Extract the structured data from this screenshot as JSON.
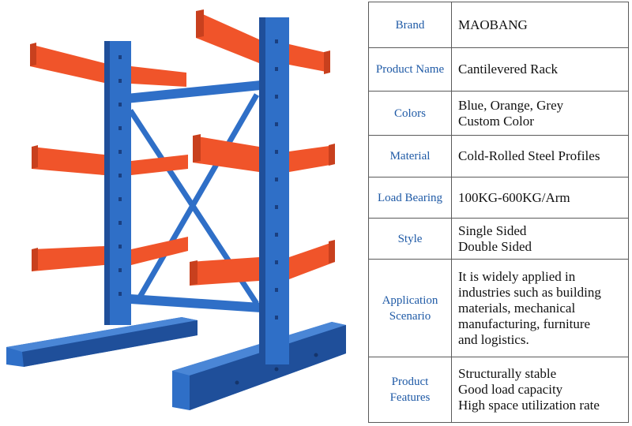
{
  "colors": {
    "upright_blue": "#2f6fc7",
    "upright_dark": "#1f4f9a",
    "arm_orange": "#f0542a",
    "arm_dark": "#c8401e",
    "label_blue": "#1f5aa6",
    "border": "#5a5a5a"
  },
  "specs": {
    "brand": {
      "label": "Brand",
      "value": [
        "MAOBANG"
      ]
    },
    "product_name": {
      "label": "Product Name",
      "value": [
        "Cantilevered Rack"
      ]
    },
    "colors": {
      "label": "Colors",
      "value": [
        "Blue, Orange, Grey",
        "Custom Color"
      ]
    },
    "material": {
      "label": "Material",
      "value": [
        "Cold-Rolled Steel Profiles"
      ]
    },
    "load_bearing": {
      "label": "Load Bearing",
      "value": [
        "100KG-600KG/Arm"
      ]
    },
    "style": {
      "label": "Style",
      "value": [
        "Single Sided",
        "Double Sided"
      ]
    },
    "application": {
      "label": [
        "Application",
        "Scenario"
      ],
      "value": [
        "It is widely applied in",
        "industries such as building",
        "materials, mechanical",
        "manufacturing, furniture",
        "and logistics."
      ]
    },
    "features": {
      "label": [
        "Product",
        "Features"
      ],
      "value": [
        "Structurally stable",
        "Good load capacity",
        "High space utilization rate"
      ]
    }
  }
}
